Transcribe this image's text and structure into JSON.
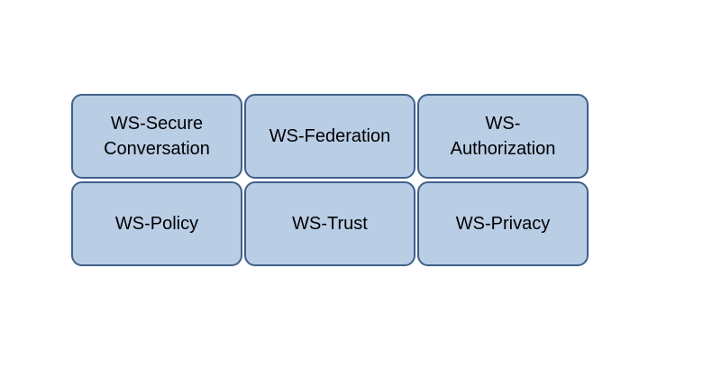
{
  "diagram": {
    "colors": {
      "box_fill": "#b9cde5",
      "box_border": "#3f6089",
      "text": "#000000"
    },
    "boxes": [
      {
        "label": "WS-Secure\nConversation"
      },
      {
        "label": "WS-Federation"
      },
      {
        "label": "WS-\nAuthorization"
      },
      {
        "label": "WS-Policy"
      },
      {
        "label": "WS-Trust"
      },
      {
        "label": "WS-Privacy"
      }
    ]
  }
}
